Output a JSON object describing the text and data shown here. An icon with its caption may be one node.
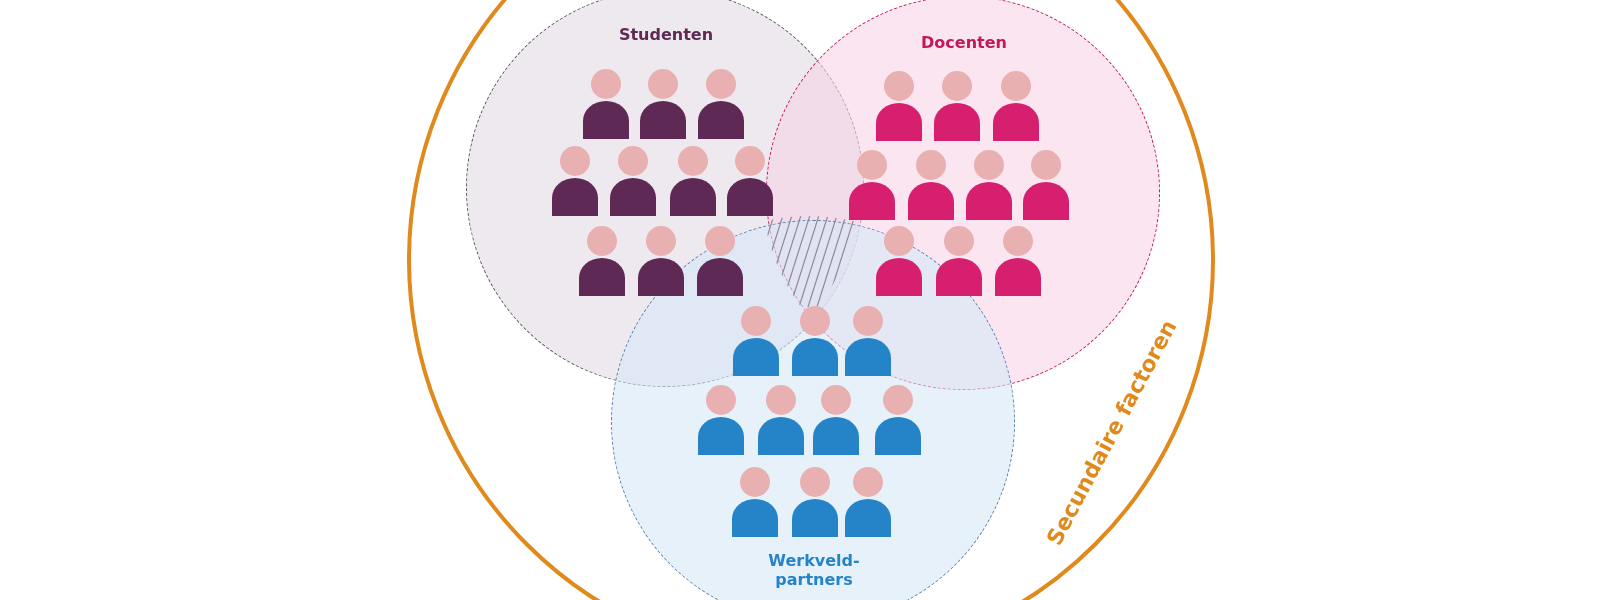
{
  "diagram": {
    "nodes": [
      {
        "text": [
          "Secundaire factoren"
        ]
      },
      {
        "text": [
          "Studenten"
        ],
        "in": 0
      },
      {
        "text": [
          "Docenten"
        ],
        "in": 0
      },
      {
        "text": [
          "Werkveld-partners"
        ],
        "in": 0
      }
    ]
  }
}
